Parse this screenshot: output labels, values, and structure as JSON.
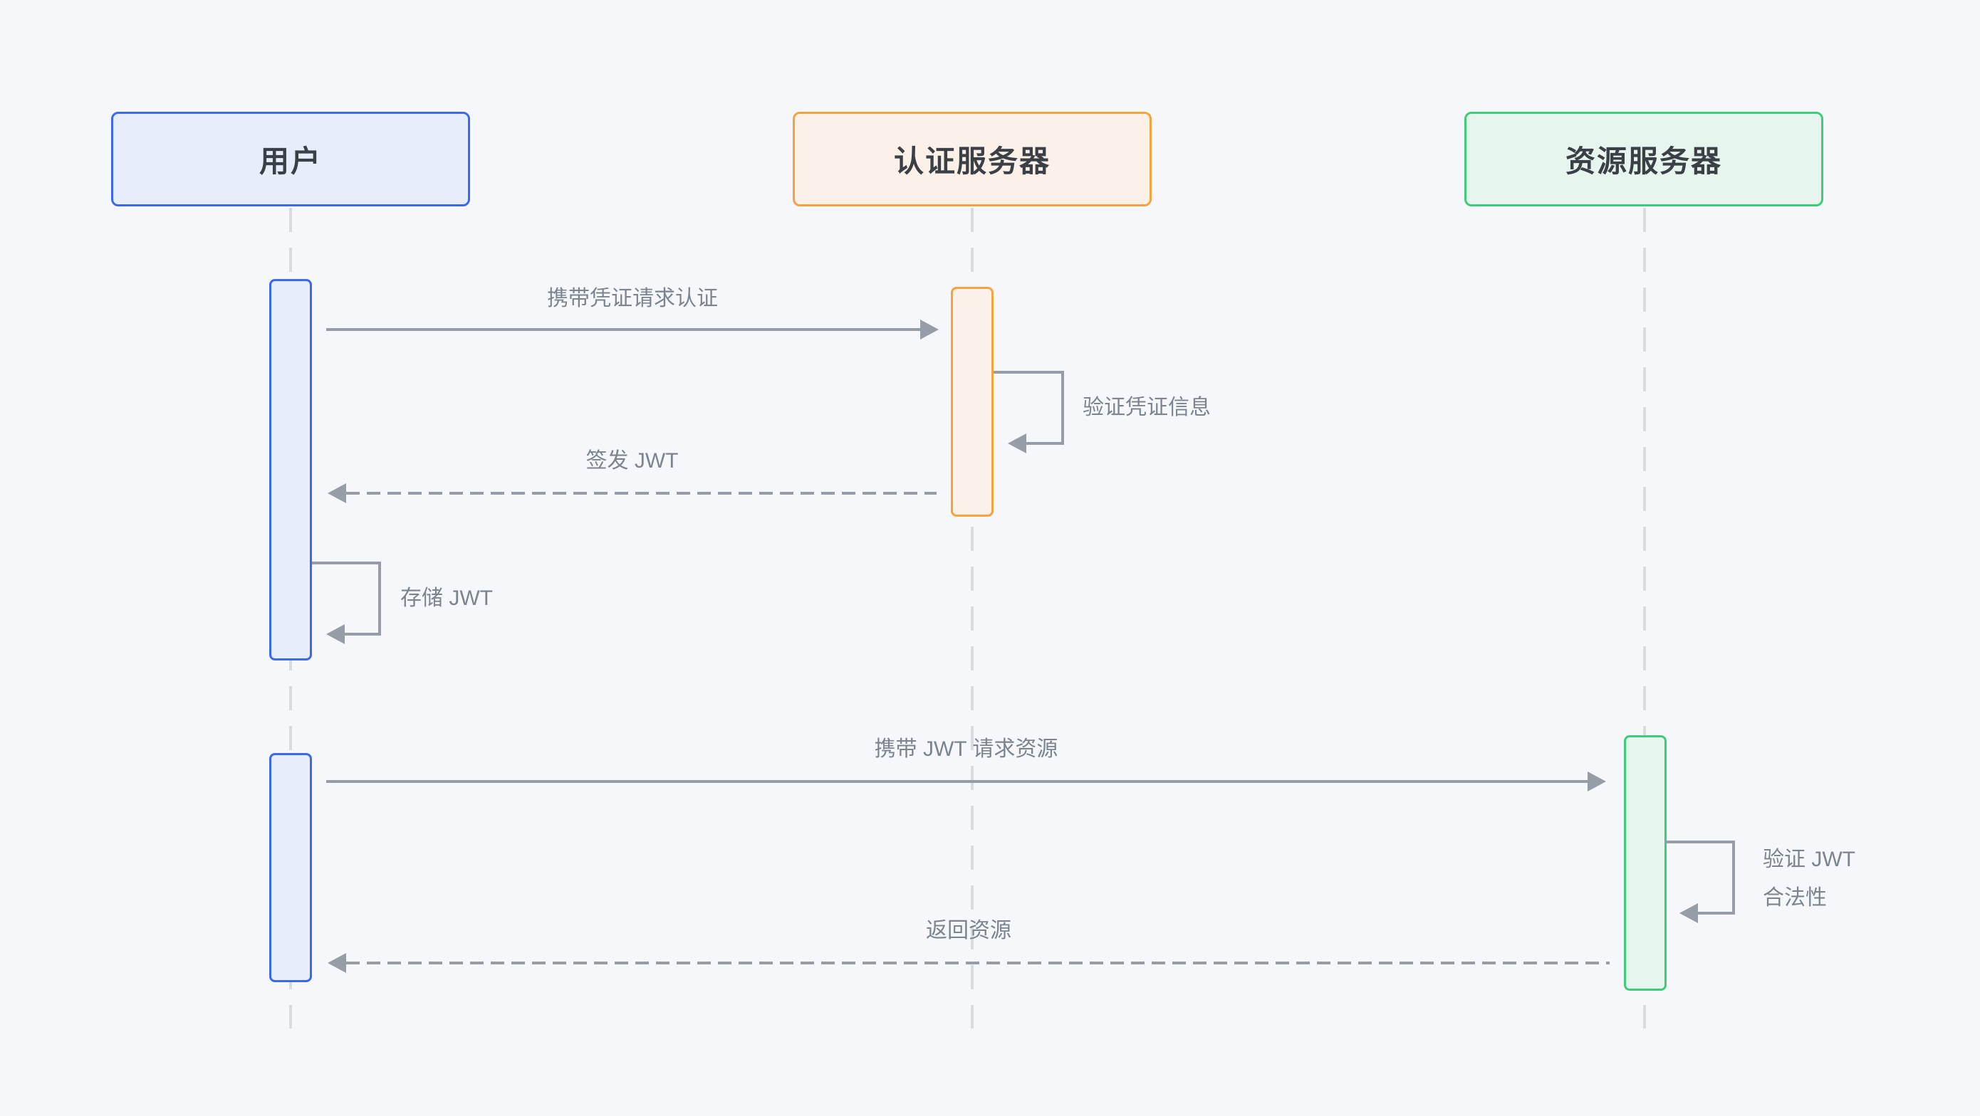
{
  "page": {
    "background": "#f6f7fb"
  },
  "diagram": {
    "type": "sequence-diagram",
    "topic": "JWT authentication flow",
    "actors": [
      {
        "id": "user",
        "label": "用户",
        "border_color": "#3c68f0",
        "fill_color": "#e8edfc"
      },
      {
        "id": "auth-server",
        "label": "认证服务器",
        "border_color": "#f5a33e",
        "fill_color": "#fcf1e8"
      },
      {
        "id": "resource-server",
        "label": "资源服务器",
        "border_color": "#3dcd78",
        "fill_color": "#e6f6ee"
      }
    ],
    "messages": [
      {
        "seq": 1,
        "from": "user",
        "to": "auth-server",
        "line": "solid",
        "label": "携带凭证请求认证"
      },
      {
        "seq": 2,
        "actor": "auth-server",
        "line": "self",
        "label": "验证凭证信息"
      },
      {
        "seq": 3,
        "from": "auth-server",
        "to": "user",
        "line": "dashed",
        "label": "签发 JWT"
      },
      {
        "seq": 4,
        "actor": "user",
        "line": "self",
        "label": "存储 JWT"
      },
      {
        "seq": 5,
        "from": "user",
        "to": "resource-server",
        "line": "solid",
        "label": "携带 JWT 请求资源"
      },
      {
        "seq": 6,
        "actor": "resource-server",
        "line": "self",
        "label": "验证 JWT 合法性",
        "label_line1": "验证 JWT",
        "label_line2": "合法性"
      },
      {
        "seq": 7,
        "from": "resource-server",
        "to": "user",
        "line": "dashed",
        "label": "返回资源"
      }
    ],
    "colors": {
      "arrow": "#979da6",
      "label_text": "#7c8490",
      "actor_text": "#3b4046",
      "lifeline": "#d9dbdf"
    }
  }
}
